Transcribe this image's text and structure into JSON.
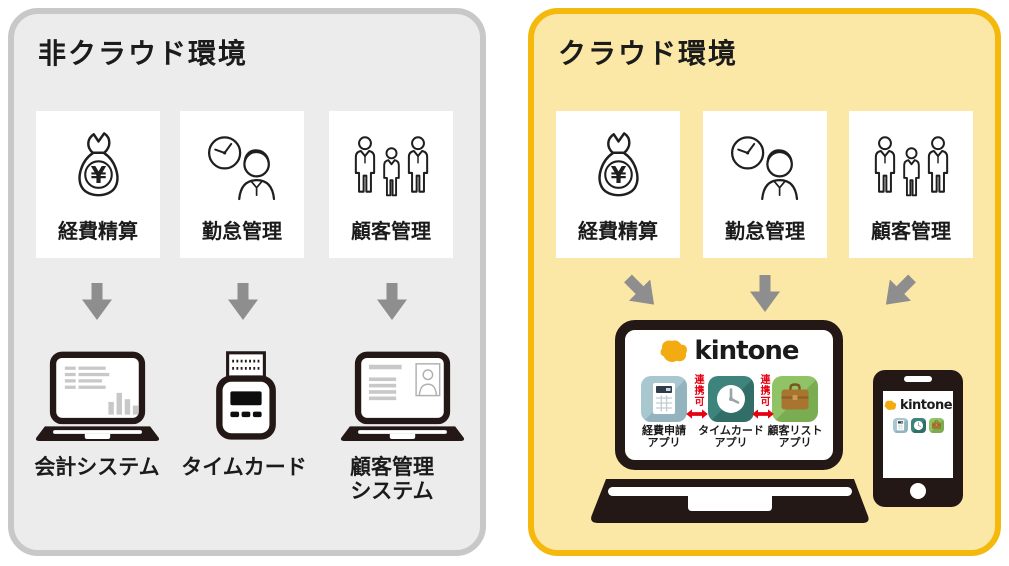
{
  "left_panel": {
    "title": "非クラウド環境",
    "cards": [
      {
        "label": "経費精算",
        "icon": "money-bag-icon"
      },
      {
        "label": "勤怠管理",
        "icon": "clock-person-icon"
      },
      {
        "label": "顧客管理",
        "icon": "people-icon"
      }
    ],
    "systems": [
      {
        "label": "会計システム",
        "icon": "laptop-chart-icon"
      },
      {
        "label": "タイムカード",
        "icon": "timecard-machine-icon"
      },
      {
        "label": "顧客管理\nシステム",
        "icon": "laptop-customer-icon"
      }
    ]
  },
  "right_panel": {
    "title": "クラウド環境",
    "cards": [
      {
        "label": "経費精算",
        "icon": "money-bag-icon"
      },
      {
        "label": "勤怠管理",
        "icon": "clock-person-icon"
      },
      {
        "label": "顧客管理",
        "icon": "people-icon"
      }
    ],
    "laptop": {
      "brand": "kintone",
      "apps": [
        {
          "label": "経費申請\nアプリ",
          "icon": "calculator-app-icon",
          "color": "#a9c7cf"
        },
        {
          "label": "タイムカード\nアプリ",
          "icon": "clock-app-icon",
          "color": "#3d857c"
        },
        {
          "label": "顧客リスト\nアプリ",
          "icon": "briefcase-app-icon",
          "color": "#8fc365"
        }
      ],
      "links": [
        {
          "label": "連携可"
        },
        {
          "label": "連携可"
        }
      ]
    },
    "phone": {
      "brand": "kintone"
    }
  },
  "colors": {
    "left_panel_fill": "#ececed",
    "left_panel_border": "#c8c8c9",
    "right_panel_fill": "#fbe7a6",
    "right_panel_border": "#f5b90d",
    "arrow_gray": "#8e8e8f",
    "link_red": "#e60012",
    "kintone_yellow": "#f2ab10",
    "device_black": "#231815"
  }
}
